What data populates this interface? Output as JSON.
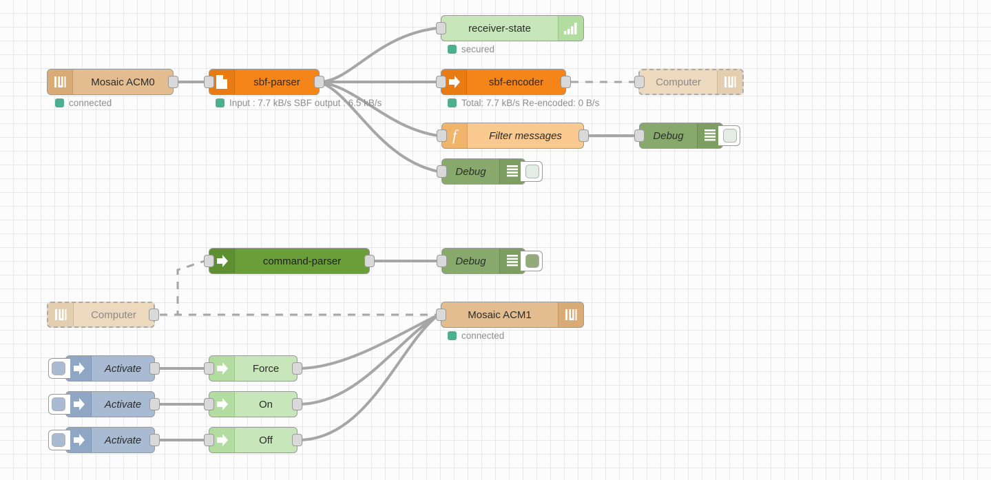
{
  "app": {
    "name": "node-red-flow-editor",
    "view": "flow-canvas"
  },
  "canvas": {
    "background": "#fcfcfc",
    "grid_minor_color": "#e8e8e8",
    "grid_major_color": "#dddddd",
    "wire_color": "#a6a6a6",
    "link_wire_color": "#a6a6a6"
  },
  "palette": {
    "serial_tan": "#e3bd8f",
    "serial_tan_icon": "#d9ab76",
    "serial_disabled": "#ecd9be",
    "parser_orange": "#f58518",
    "parser_orange_icon": "#e87b12",
    "light_green": "#c7e6b9",
    "light_green_icon": "#b3dda0",
    "debug_green": "#87a96b",
    "debug_green_icon": "#7d9e61",
    "command_green": "#699e38",
    "command_green_icon": "#5e8f31",
    "function_peach": "#f9c98f",
    "function_peach_icon": "#f0b46a",
    "inject_blue": "#a8bbd3",
    "inject_blue_icon": "#8fa7c4",
    "status_dot_green": "#4caf8f",
    "status_text": "#8e8e8e"
  },
  "nodes": [
    {
      "id": "mosaic-acm0",
      "label": "Mosaic ACM0",
      "icon": "serial-port-icon",
      "status": "connected",
      "ports": {
        "in": false,
        "out": true
      }
    },
    {
      "id": "sbf-parser",
      "label": "sbf-parser",
      "icon": "file-document-icon",
      "status": "Input : 7.7 kB/s SBF output : 6.5 kB/s",
      "ports": {
        "in": true,
        "out": true
      }
    },
    {
      "id": "receiver-state",
      "label": "receiver-state",
      "icon": "signal-bars-icon",
      "status": "secured",
      "ports": {
        "in": true,
        "out": false
      }
    },
    {
      "id": "sbf-encoder",
      "label": "sbf-encoder",
      "icon": "arrow-right-icon",
      "status": "Total: 7.7 kB/s Re-encoded: 0 B/s",
      "ports": {
        "in": true,
        "out": true
      }
    },
    {
      "id": "computer-link-in",
      "label": "Computer",
      "icon": "serial-port-icon",
      "status": null,
      "ports": {
        "in": true,
        "out": false
      }
    },
    {
      "id": "filter-messages",
      "label": "Filter messages",
      "icon": "function-fx-icon",
      "status": null,
      "ports": {
        "in": true,
        "out": true
      }
    },
    {
      "id": "debug-filter",
      "label": "Debug",
      "icon": "debug-list-icon",
      "status": null,
      "button_state": "off",
      "ports": {
        "in": true,
        "out": false
      }
    },
    {
      "id": "debug-parser",
      "label": "Debug",
      "icon": "debug-list-icon",
      "status": null,
      "button_state": "off",
      "ports": {
        "in": true,
        "out": false
      }
    },
    {
      "id": "command-parser",
      "label": "command-parser",
      "icon": "arrow-right-icon",
      "status": null,
      "ports": {
        "in": true,
        "out": true
      }
    },
    {
      "id": "debug-command",
      "label": "Debug",
      "icon": "debug-list-icon",
      "status": null,
      "button_state": "on",
      "ports": {
        "in": true,
        "out": false
      }
    },
    {
      "id": "computer-link-out",
      "label": "Computer",
      "icon": "serial-port-icon",
      "status": null,
      "ports": {
        "in": false,
        "out": true
      }
    },
    {
      "id": "mosaic-acm1",
      "label": "Mosaic ACM1",
      "icon": "serial-port-icon",
      "status": "connected",
      "ports": {
        "in": true,
        "out": false
      }
    },
    {
      "id": "inject-force",
      "label": "Activate",
      "icon": "arrow-right-icon",
      "status": null,
      "ports": {
        "in": false,
        "out": true
      }
    },
    {
      "id": "cmd-force",
      "label": "Force",
      "icon": "arrow-right-icon",
      "status": null,
      "ports": {
        "in": true,
        "out": true
      }
    },
    {
      "id": "inject-on",
      "label": "Activate",
      "icon": "arrow-right-icon",
      "status": null,
      "ports": {
        "in": false,
        "out": true
      }
    },
    {
      "id": "cmd-on",
      "label": "On",
      "icon": "arrow-right-icon",
      "status": null,
      "ports": {
        "in": true,
        "out": true
      }
    },
    {
      "id": "inject-off",
      "label": "Activate",
      "icon": "arrow-right-icon",
      "status": null,
      "ports": {
        "in": false,
        "out": true
      }
    },
    {
      "id": "cmd-off",
      "label": "Off",
      "icon": "arrow-right-icon",
      "status": null,
      "ports": {
        "in": true,
        "out": true
      }
    }
  ],
  "labels": {
    "mosaic_acm0": "Mosaic ACM0",
    "mosaic_acm0_status": "connected",
    "sbf_parser": "sbf-parser",
    "sbf_parser_status": "Input : 7.7 kB/s SBF output : 6.5 kB/s",
    "receiver_state": "receiver-state",
    "receiver_state_status": "secured",
    "sbf_encoder": "sbf-encoder",
    "sbf_encoder_status": "Total: 7.7 kB/s Re-encoded: 0 B/s",
    "computer_in": "Computer",
    "filter_messages": "Filter messages",
    "debug_filter": "Debug",
    "debug_parser": "Debug",
    "command_parser": "command-parser",
    "debug_command": "Debug",
    "computer_out": "Computer",
    "mosaic_acm1": "Mosaic ACM1",
    "mosaic_acm1_status": "connected",
    "activate_force": "Activate",
    "activate_on": "Activate",
    "activate_off": "Activate",
    "cmd_force": "Force",
    "cmd_on": "On",
    "cmd_off": "Off"
  }
}
